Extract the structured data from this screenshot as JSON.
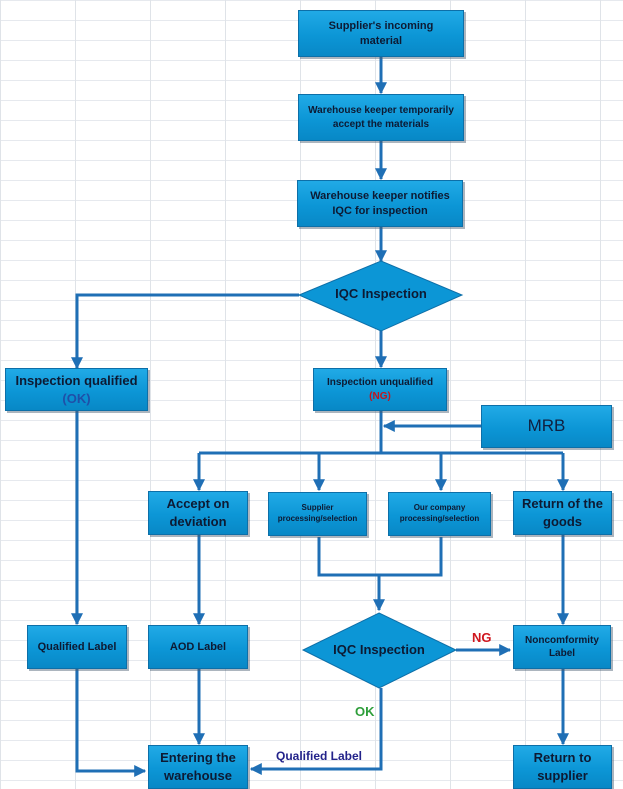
{
  "colors": {
    "box_fill": "#0c96d6",
    "line": "#1f6fb5",
    "ok_text": "#2e9e3a",
    "ng_text": "#d0161e",
    "qualified_label_text": "#23238a"
  },
  "nodes": {
    "supplier_incoming": {
      "line1": "Supplier's incoming",
      "line2": "material"
    },
    "keeper_accept": {
      "line1": "Warehouse  keeper temporarily",
      "line2": "accept  the materials"
    },
    "keeper_notify": {
      "line1": "Warehouse keeper notifies",
      "line2": "IQC for inspection"
    },
    "iqc_inspection_1": "IQC Inspection",
    "inspection_qualified": {
      "line1": "Inspection qualified",
      "tag": "(OK)"
    },
    "inspection_unqualified": {
      "line1": "Inspection  unqualified",
      "tag": "(NG)"
    },
    "mrb": "MRB",
    "accept_on_deviation": {
      "line1": "Accept on",
      "line2": "deviation"
    },
    "supplier_processing": {
      "line1": "Supplier",
      "line2": "processing/selection"
    },
    "company_processing": {
      "line1": "Our company",
      "line2": "processing/selection"
    },
    "return_goods": {
      "line1": "Return of  the",
      "line2": "goods"
    },
    "qualified_label": "Qualified Label",
    "aod_label": "AOD Label",
    "iqc_inspection_2": "IQC Inspection",
    "nonconformity_label": {
      "line1": "Noncomformity",
      "line2": "Label"
    },
    "entering_warehouse": {
      "line1": "Entering  the",
      "line2": "warehouse"
    },
    "return_supplier": {
      "line1": "Return to",
      "line2": "supplier"
    }
  },
  "edge_labels": {
    "ng": "NG",
    "ok": "OK",
    "qualified_label": "Qualified Label"
  }
}
